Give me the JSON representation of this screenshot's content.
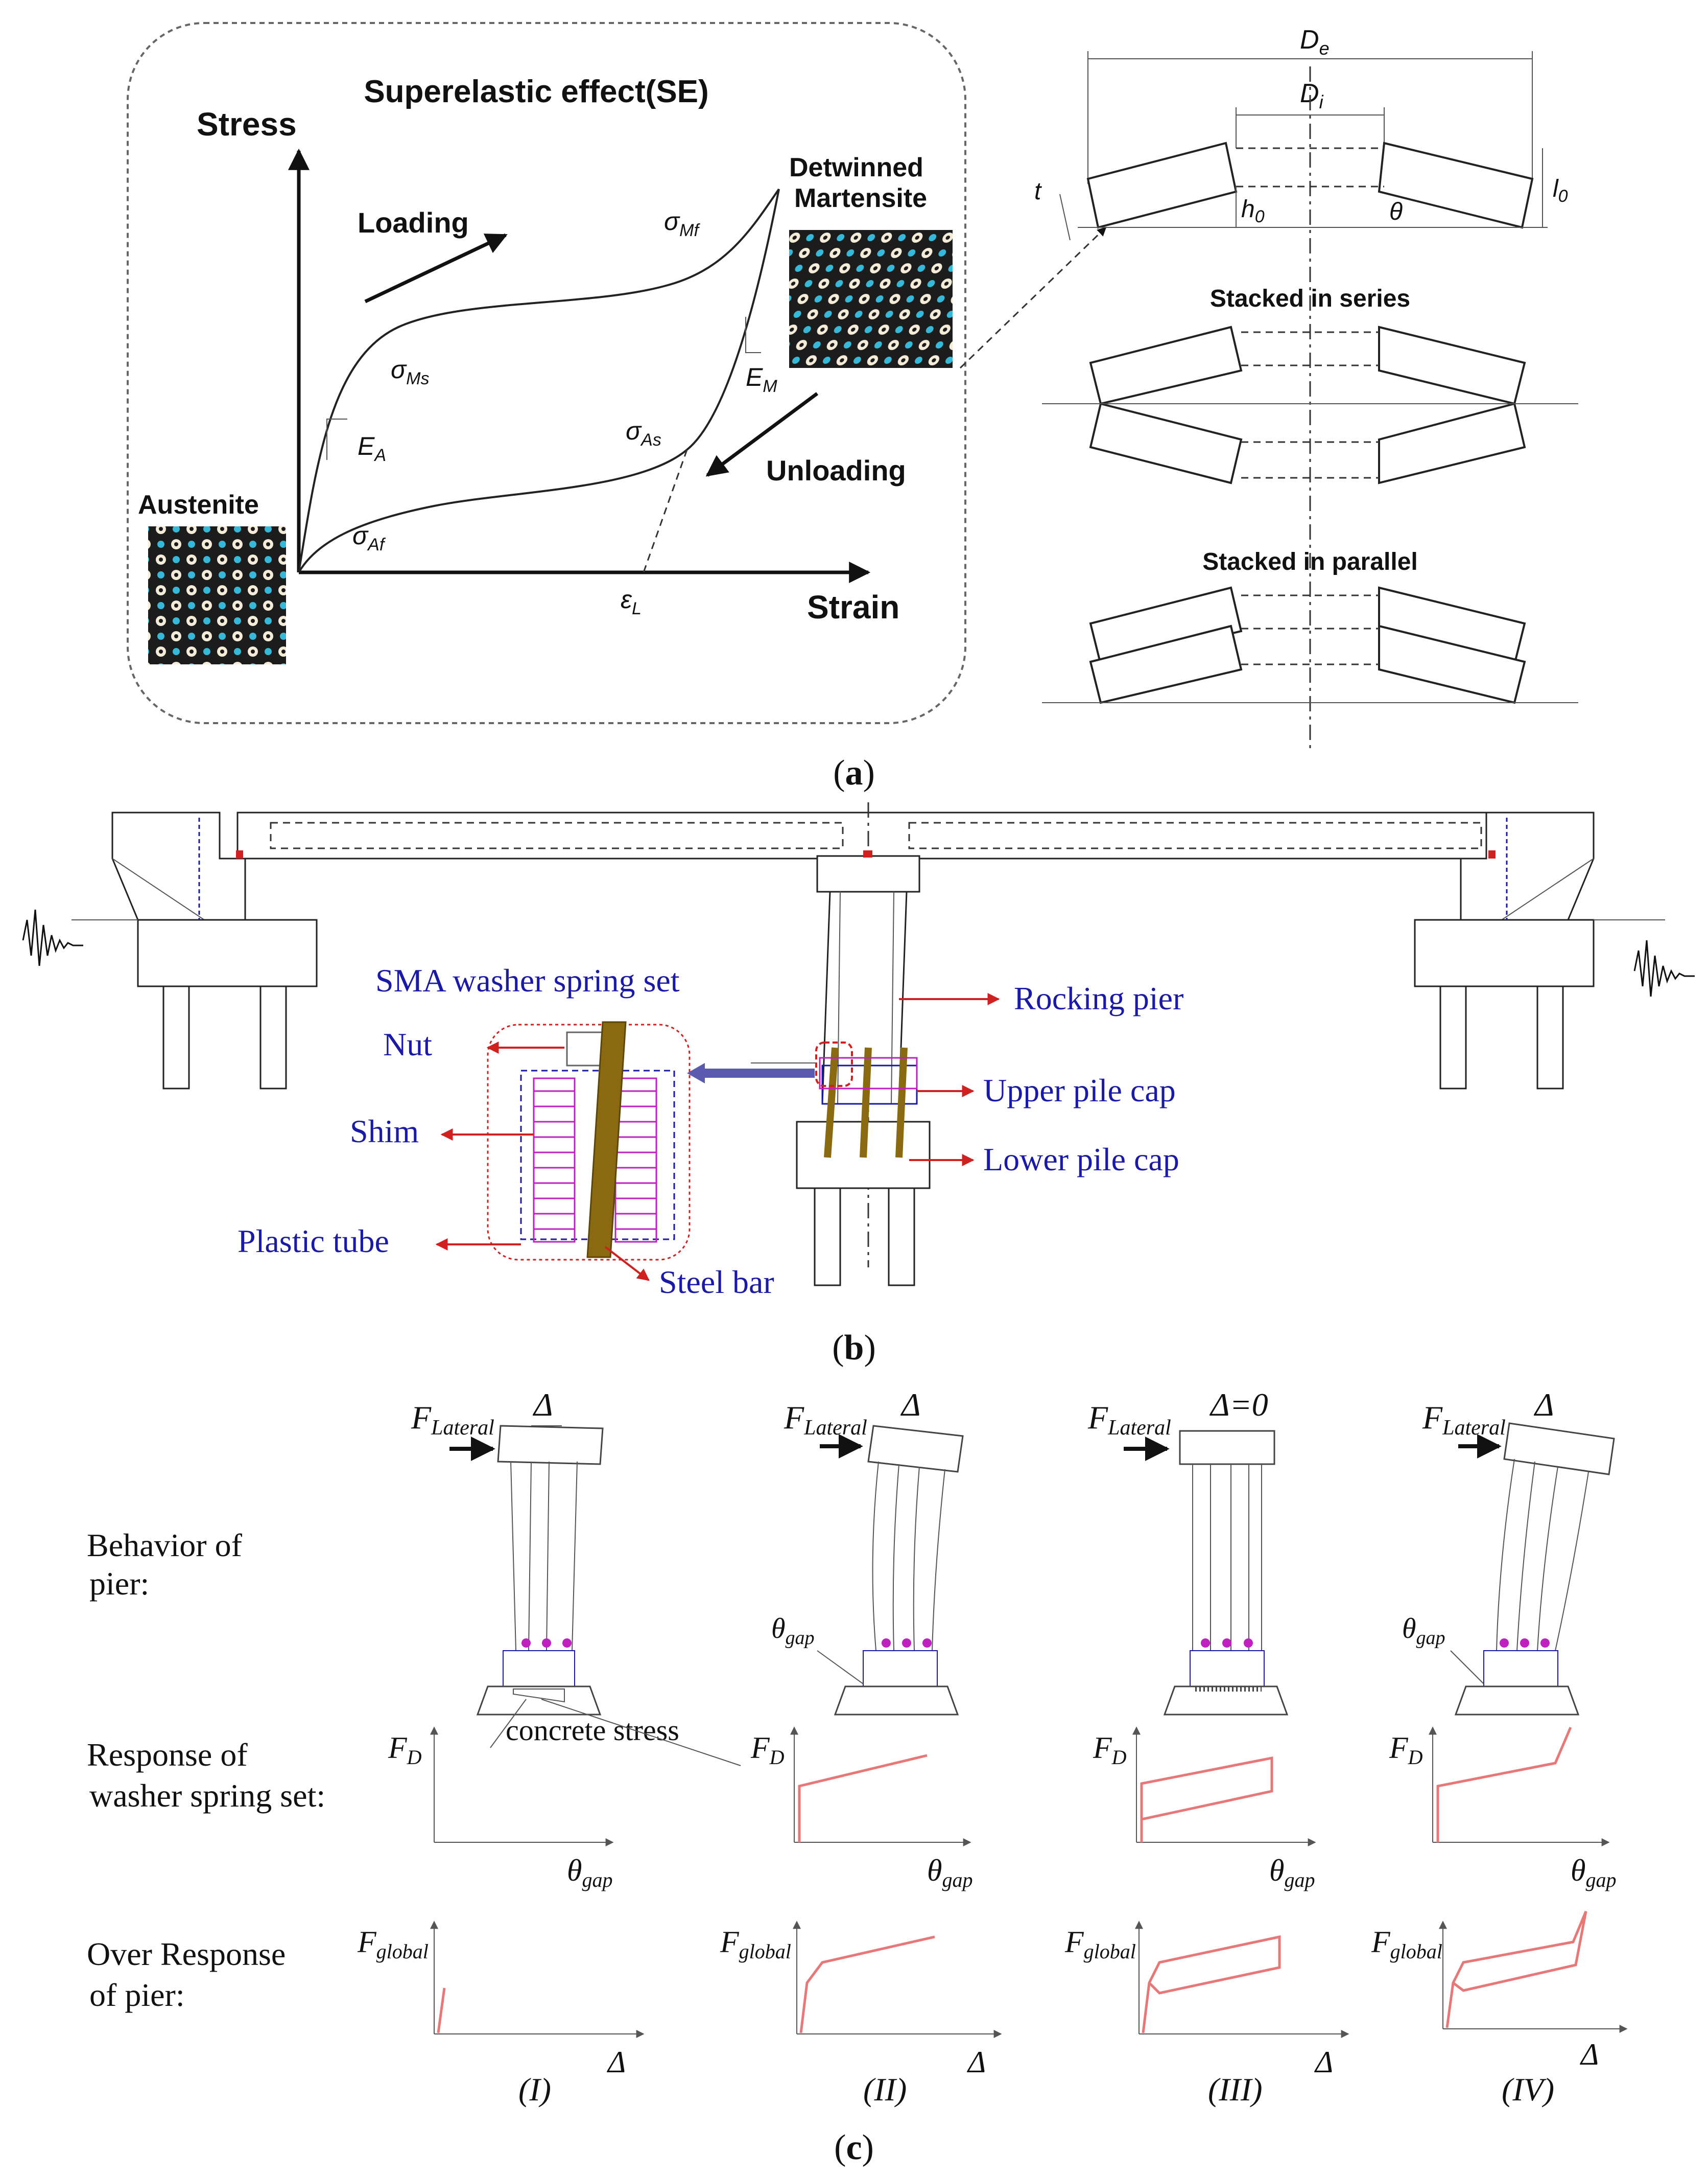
{
  "panel_a": {
    "box_title": "Superelastic effect(SE)",
    "y_axis_label": "Stress",
    "x_axis_label": "Strain",
    "loading_label": "Loading",
    "unloading_label": "Unloading",
    "austenite_label": "Austenite",
    "martensite_label_1": "Detwinned",
    "martensite_label_2": "Martensite",
    "sigma_mf": "σ",
    "sigma_mf_sub": "Mf",
    "sigma_ms": "σ",
    "sigma_ms_sub": "Ms",
    "sigma_as": "σ",
    "sigma_as_sub": "As",
    "sigma_af": "σ",
    "sigma_af_sub": "Af",
    "e_a": "E",
    "e_a_sub": "A",
    "e_m": "E",
    "e_m_sub": "M",
    "eps_l": "ε",
    "eps_l_sub": "L",
    "de": "D",
    "de_sub": "e",
    "di": "D",
    "di_sub": "i",
    "t": "t",
    "h0": "h",
    "h0_sub": "0",
    "l0": "l",
    "l0_sub": "0",
    "theta": "θ",
    "series_label": "Stacked in series",
    "parallel_label": "Stacked in parallel",
    "caption": "(a)",
    "caption_letter": "a"
  },
  "panel_b": {
    "sma_label": "SMA washer spring set",
    "nut": "Nut",
    "shim": "Shim",
    "plastic_tube": "Plastic tube",
    "steel_bar": "Steel bar",
    "rocking_pier": "Rocking pier",
    "upper_pile_cap": "Upper pile cap",
    "lower_pile_cap": "Lower pile cap",
    "caption_letter": "b"
  },
  "panel_c": {
    "row1_line1": "Behavior of",
    "row1_line2": "pier:",
    "row2_line1": "Response of",
    "row2_line2": "washer spring set:",
    "row3_line1": "Over Response",
    "row3_line2": "of pier:",
    "f_lateral": "F",
    "f_lateral_sub": "Lateral",
    "delta": "Δ",
    "delta_zero": "Δ=0",
    "theta_gap": "θ",
    "theta_gap_sub": "gap",
    "concrete_stress": "concrete stress",
    "f_d": "F",
    "f_d_sub": "D",
    "f_global": "F",
    "f_global_sub": "global",
    "case_1": "(I)",
    "case_2": "(II)",
    "case_3": "(III)",
    "case_4": "(IV)",
    "caption_letter": "c"
  },
  "colors": {
    "label_blue": "#1a1aa6",
    "curve_pink": "#e87878",
    "callout_red": "#d02020",
    "washer_magenta": "#c020c0",
    "bar_brown": "#8a6a10"
  }
}
